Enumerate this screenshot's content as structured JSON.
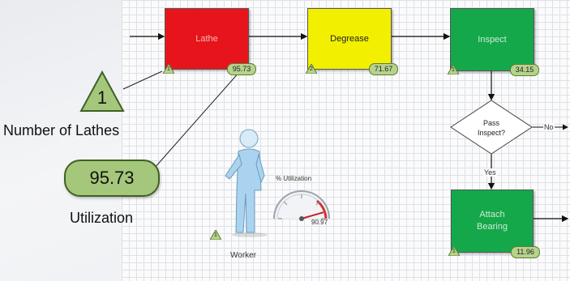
{
  "process": {
    "lathe": {
      "label": "Lathe",
      "count": "1",
      "utilization": "95.73"
    },
    "degrease": {
      "label": "Degrease",
      "count": "2",
      "utilization": "71.67"
    },
    "inspect": {
      "label": "Inspect",
      "count": "1",
      "utilization": "34.15"
    },
    "decision": {
      "label": "Pass Inspect?",
      "no_label": "No",
      "yes_label": "Yes"
    },
    "attach": {
      "label": "Attach Bearing",
      "count": "1",
      "utilization": "11.96"
    }
  },
  "worker": {
    "label": "Worker",
    "count": "1",
    "gauge_title": "% Utilization",
    "gauge_value": "90.97",
    "gauge_fraction": 0.9097
  },
  "callouts": {
    "count_value": "1",
    "count_label": "Number of Lathes",
    "util_value": "95.73",
    "util_label": "Utilization"
  },
  "colors": {
    "lathe": "#e8141b",
    "degrease": "#f2f000",
    "inspect": "#14a84a",
    "badge": "#b7d38a"
  }
}
